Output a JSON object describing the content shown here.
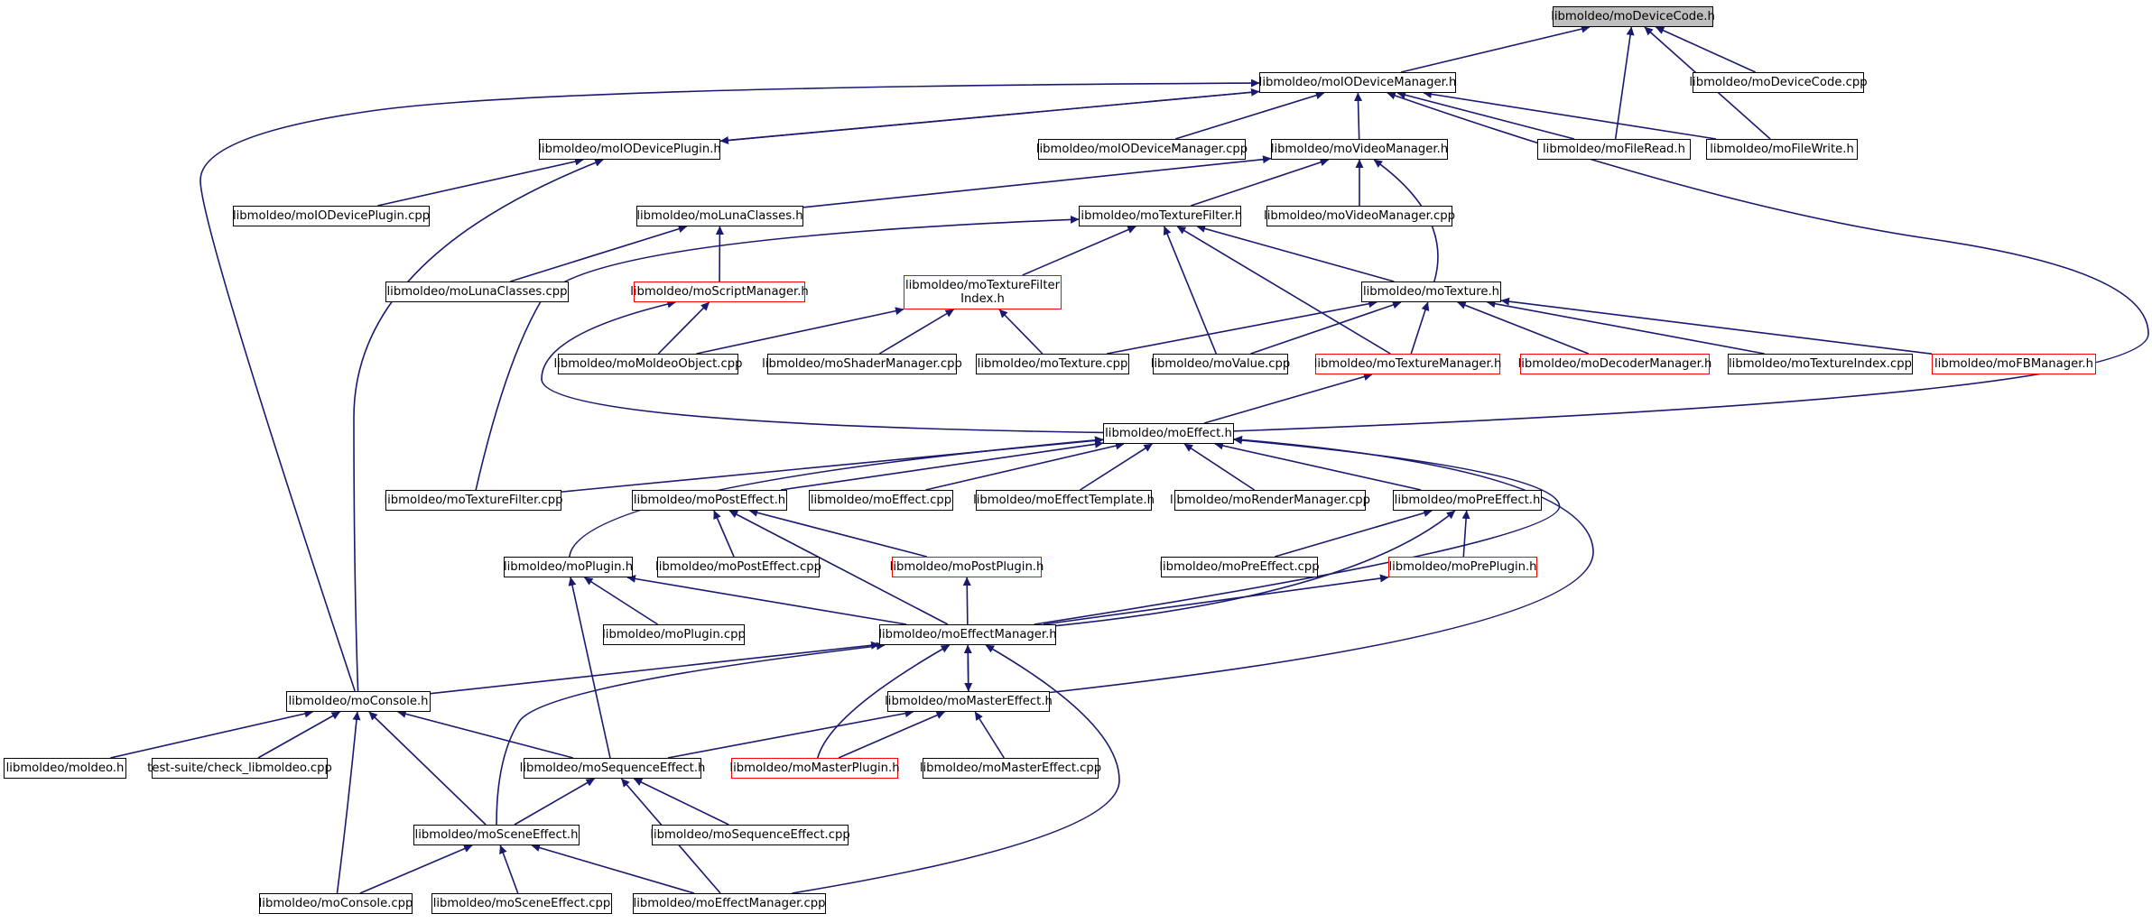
{
  "graph": {
    "selected": "libmoldeo/moDeviceCode.h",
    "nodes": [
      {
        "id": "moDeviceCode_h",
        "label": "libmoldeo/moDeviceCode.h",
        "style": "selected"
      },
      {
        "id": "moIODeviceManager_h",
        "label": "libmoldeo/moIODeviceManager.h",
        "style": "black"
      },
      {
        "id": "moDeviceCode_cpp",
        "label": "libmoldeo/moDeviceCode.cpp",
        "style": "black"
      },
      {
        "id": "moIODevicePlugin_h",
        "label": "libmoldeo/moIODevicePlugin.h",
        "style": "black"
      },
      {
        "id": "moIODeviceManager_cpp",
        "label": "libmoldeo/moIODeviceManager.cpp",
        "style": "black"
      },
      {
        "id": "moVideoManager_h",
        "label": "libmoldeo/moVideoManager.h",
        "style": "black"
      },
      {
        "id": "moFileRead_h",
        "label": "libmoldeo/moFileRead.h",
        "style": "black"
      },
      {
        "id": "moFileWrite_h",
        "label": "libmoldeo/moFileWrite.h",
        "style": "black"
      },
      {
        "id": "moIODevicePlugin_cpp",
        "label": "libmoldeo/moIODevicePlugin.cpp",
        "style": "black"
      },
      {
        "id": "moLunaClasses_h",
        "label": "libmoldeo/moLunaClasses.h",
        "style": "black"
      },
      {
        "id": "moTextureFilter_h",
        "label": "libmoldeo/moTextureFilter.h",
        "style": "black"
      },
      {
        "id": "moVideoManager_cpp",
        "label": "libmoldeo/moVideoManager.cpp",
        "style": "black"
      },
      {
        "id": "moLunaClasses_cpp",
        "label": "libmoldeo/moLunaClasses.cpp",
        "style": "black"
      },
      {
        "id": "moScriptManager_h",
        "label": "libmoldeo/moScriptManager.h",
        "style": "red"
      },
      {
        "id": "moTextureFilterIndex_h",
        "label": "libmoldeo/moTextureFilter Index.h",
        "lines": [
          "libmoldeo/moTextureFilter",
          "Index.h"
        ],
        "style": "red"
      },
      {
        "id": "moTexture_h",
        "label": "libmoldeo/moTexture.h",
        "style": "black"
      },
      {
        "id": "moMoldeoObject_cpp",
        "label": "libmoldeo/moMoldeoObject.cpp",
        "style": "black"
      },
      {
        "id": "moShaderManager_cpp",
        "label": "libmoldeo/moShaderManager.cpp",
        "style": "black"
      },
      {
        "id": "moTexture_cpp",
        "label": "libmoldeo/moTexture.cpp",
        "style": "black"
      },
      {
        "id": "moValue_cpp",
        "label": "libmoldeo/moValue.cpp",
        "style": "black"
      },
      {
        "id": "moTextureManager_h",
        "label": "libmoldeo/moTextureManager.h",
        "style": "red"
      },
      {
        "id": "moDecoderManager_h",
        "label": "libmoldeo/moDecoderManager.h",
        "style": "red"
      },
      {
        "id": "moTextureIndex_cpp",
        "label": "libmoldeo/moTextureIndex.cpp",
        "style": "black"
      },
      {
        "id": "moFBManager_h",
        "label": "libmoldeo/moFBManager.h",
        "style": "red"
      },
      {
        "id": "moEffect_h",
        "label": "libmoldeo/moEffect.h",
        "style": "black"
      },
      {
        "id": "moTextureFilter_cpp",
        "label": "libmoldeo/moTextureFilter.cpp",
        "style": "black"
      },
      {
        "id": "moPostEffect_h",
        "label": "libmoldeo/moPostEffect.h",
        "style": "black"
      },
      {
        "id": "moEffect_cpp",
        "label": "libmoldeo/moEffect.cpp",
        "style": "black"
      },
      {
        "id": "moEffectTemplate_h",
        "label": "libmoldeo/moEffectTemplate.h",
        "style": "black"
      },
      {
        "id": "moRenderManager_cpp",
        "label": "libmoldeo/moRenderManager.cpp",
        "style": "black"
      },
      {
        "id": "moPreEffect_h",
        "label": "libmoldeo/moPreEffect.h",
        "style": "black"
      },
      {
        "id": "moPlugin_h",
        "label": "libmoldeo/moPlugin.h",
        "style": "black"
      },
      {
        "id": "moPostEffect_cpp",
        "label": "libmoldeo/moPostEffect.cpp",
        "style": "black"
      },
      {
        "id": "moPostPlugin_h",
        "label": "libmoldeo/moPostPlugin.h",
        "style": "red"
      },
      {
        "id": "moPreEffect_cpp",
        "label": "libmoldeo/moPreEffect.cpp",
        "style": "black"
      },
      {
        "id": "moPrePlugin_h",
        "label": "libmoldeo/moPrePlugin.h",
        "style": "red"
      },
      {
        "id": "moPlugin_cpp",
        "label": "libmoldeo/moPlugin.cpp",
        "style": "black"
      },
      {
        "id": "moEffectManager_h",
        "label": "libmoldeo/moEffectManager.h",
        "style": "black"
      },
      {
        "id": "moConsole_h",
        "label": "libmoldeo/moConsole.h",
        "style": "black"
      },
      {
        "id": "moMasterEffect_h",
        "label": "libmoldeo/moMasterEffect.h",
        "style": "black"
      },
      {
        "id": "moldeo_h",
        "label": "libmoldeo/moldeo.h",
        "style": "black"
      },
      {
        "id": "check_libmoldeo_cpp",
        "label": "test-suite/check_libmoldeo.cpp",
        "style": "black"
      },
      {
        "id": "moSequenceEffect_h",
        "label": "libmoldeo/moSequenceEffect.h",
        "style": "black"
      },
      {
        "id": "moMasterPlugin_h",
        "label": "libmoldeo/moMasterPlugin.h",
        "style": "red"
      },
      {
        "id": "moMasterEffect_cpp",
        "label": "libmoldeo/moMasterEffect.cpp",
        "style": "black"
      },
      {
        "id": "moSceneEffect_h",
        "label": "libmoldeo/moSceneEffect.h",
        "style": "black"
      },
      {
        "id": "moSequenceEffect_cpp",
        "label": "libmoldeo/moSequenceEffect.cpp",
        "style": "black"
      },
      {
        "id": "moConsole_cpp",
        "label": "libmoldeo/moConsole.cpp",
        "style": "black"
      },
      {
        "id": "moSceneEffect_cpp",
        "label": "libmoldeo/moSceneEffect.cpp",
        "style": "black"
      },
      {
        "id": "moEffectManager_cpp",
        "label": "libmoldeo/moEffectManager.cpp",
        "style": "black"
      }
    ],
    "edges": [
      [
        "moIODeviceManager_h",
        "moDeviceCode_h"
      ],
      [
        "moDeviceCode_cpp",
        "moDeviceCode_h"
      ],
      [
        "moFileRead_h",
        "moDeviceCode_h"
      ],
      [
        "moFileWrite_h",
        "moDeviceCode_h"
      ],
      [
        "moIODevicePlugin_h",
        "moIODeviceManager_h"
      ],
      [
        "moIODeviceManager_h",
        "moIODevicePlugin_h"
      ],
      [
        "moIODeviceManager_cpp",
        "moIODeviceManager_h"
      ],
      [
        "moVideoManager_h",
        "moIODeviceManager_h"
      ],
      [
        "moFileRead_h",
        "moIODeviceManager_h"
      ],
      [
        "moFileWrite_h",
        "moIODeviceManager_h"
      ],
      [
        "moConsole_h",
        "moIODeviceManager_h"
      ],
      [
        "moEffect_h",
        "moIODeviceManager_h"
      ],
      [
        "moIODevicePlugin_cpp",
        "moIODevicePlugin_h"
      ],
      [
        "moConsole_h",
        "moIODevicePlugin_h"
      ],
      [
        "moTextureFilter_h",
        "moVideoManager_h"
      ],
      [
        "moVideoManager_cpp",
        "moVideoManager_h"
      ],
      [
        "moTexture_h",
        "moVideoManager_h"
      ],
      [
        "moLunaClasses_h",
        "moVideoManager_h"
      ],
      [
        "moLunaClasses_cpp",
        "moLunaClasses_h"
      ],
      [
        "moScriptManager_h",
        "moLunaClasses_h"
      ],
      [
        "moTextureFilterIndex_h",
        "moTextureFilter_h"
      ],
      [
        "moValue_cpp",
        "moTextureFilter_h"
      ],
      [
        "moTextureManager_h",
        "moTextureFilter_h"
      ],
      [
        "moTexture_h",
        "moTextureFilter_h"
      ],
      [
        "moTextureFilter_cpp",
        "moTextureFilter_h"
      ],
      [
        "moMoldeoObject_cpp",
        "moScriptManager_h"
      ],
      [
        "moEffect_h",
        "moScriptManager_h"
      ],
      [
        "moMoldeoObject_cpp",
        "moTextureFilterIndex_h"
      ],
      [
        "moShaderManager_cpp",
        "moTextureFilterIndex_h"
      ],
      [
        "moTexture_cpp",
        "moTextureFilterIndex_h"
      ],
      [
        "moTexture_cpp",
        "moTexture_h"
      ],
      [
        "moValue_cpp",
        "moTexture_h"
      ],
      [
        "moTextureManager_h",
        "moTexture_h"
      ],
      [
        "moDecoderManager_h",
        "moTexture_h"
      ],
      [
        "moTextureIndex_cpp",
        "moTexture_h"
      ],
      [
        "moFBManager_h",
        "moTexture_h"
      ],
      [
        "moEffect_h",
        "moTextureManager_h"
      ],
      [
        "moTextureFilter_cpp",
        "moEffect_h"
      ],
      [
        "moPostEffect_h",
        "moEffect_h"
      ],
      [
        "moEffect_cpp",
        "moEffect_h"
      ],
      [
        "moEffectTemplate_h",
        "moEffect_h"
      ],
      [
        "moRenderManager_cpp",
        "moEffect_h"
      ],
      [
        "moPreEffect_h",
        "moEffect_h"
      ],
      [
        "moPlugin_h",
        "moEffect_h"
      ],
      [
        "moEffectManager_h",
        "moEffect_h"
      ],
      [
        "moMasterEffect_h",
        "moEffect_h"
      ],
      [
        "moPostEffect_cpp",
        "moPostEffect_h"
      ],
      [
        "moPostPlugin_h",
        "moPostEffect_h"
      ],
      [
        "moEffectManager_h",
        "moPostEffect_h"
      ],
      [
        "moPreEffect_cpp",
        "moPreEffect_h"
      ],
      [
        "moPrePlugin_h",
        "moPreEffect_h"
      ],
      [
        "moEffectManager_h",
        "moPreEffect_h"
      ],
      [
        "moPlugin_cpp",
        "moPlugin_h"
      ],
      [
        "moEffectManager_h",
        "moPlugin_h"
      ],
      [
        "moSequenceEffect_h",
        "moPlugin_h"
      ],
      [
        "moEffectManager_h",
        "moPostPlugin_h"
      ],
      [
        "moEffectManager_h",
        "moPrePlugin_h"
      ],
      [
        "moConsole_h",
        "moEffectManager_h"
      ],
      [
        "moMasterEffect_h",
        "moEffectManager_h"
      ],
      [
        "moEffectManager_h",
        "moMasterEffect_h"
      ],
      [
        "moMasterPlugin_h",
        "moEffectManager_h"
      ],
      [
        "moSceneEffect_h",
        "moEffectManager_h"
      ],
      [
        "moEffectManager_cpp",
        "moEffectManager_h"
      ],
      [
        "moldeo_h",
        "moConsole_h"
      ],
      [
        "check_libmoldeo_cpp",
        "moConsole_h"
      ],
      [
        "moSequenceEffect_h",
        "moConsole_h"
      ],
      [
        "moSceneEffect_h",
        "moConsole_h"
      ],
      [
        "moConsole_cpp",
        "moConsole_h"
      ],
      [
        "moSequenceEffect_h",
        "moMasterEffect_h"
      ],
      [
        "moMasterPlugin_h",
        "moMasterEffect_h"
      ],
      [
        "moMasterEffect_cpp",
        "moMasterEffect_h"
      ],
      [
        "moSceneEffect_h",
        "moSequenceEffect_h"
      ],
      [
        "moSequenceEffect_cpp",
        "moSequenceEffect_h"
      ],
      [
        "moEffectManager_cpp",
        "moSequenceEffect_h"
      ],
      [
        "moConsole_cpp",
        "moSceneEffect_h"
      ],
      [
        "moSceneEffect_cpp",
        "moSceneEffect_h"
      ],
      [
        "moEffectManager_cpp",
        "moSceneEffect_h"
      ]
    ]
  }
}
